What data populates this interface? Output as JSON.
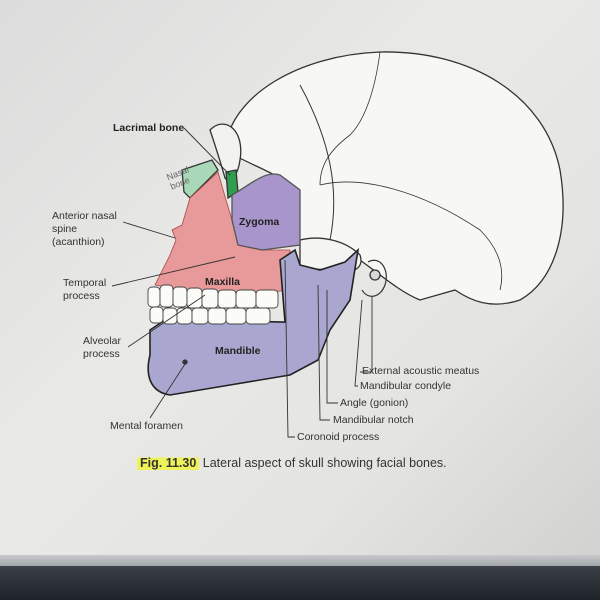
{
  "figure": {
    "number": "Fig. 11.30",
    "caption": "Lateral aspect of skull showing facial bones."
  },
  "labels": {
    "lacrimal_bone": "Lacrimal bone",
    "nasal_bone_1": "Nasal",
    "nasal_bone_2": "bone",
    "anterior_nasal_spine_1": "Anterior nasal",
    "anterior_nasal_spine_2": "spine",
    "anterior_nasal_spine_3": "(acanthion)",
    "zygoma": "Zygoma",
    "temporal_process_1": "Temporal",
    "temporal_process_2": "process",
    "maxilla": "Maxilla",
    "alveolar_process_1": "Alveolar",
    "alveolar_process_2": "process",
    "mandible": "Mandible",
    "mental_foramen": "Mental foramen",
    "external_acoustic_meatus": "External acoustic meatus",
    "mandibular_condyle": "Mandibular condyle",
    "angle": "Angle (gonion)",
    "mandibular_notch": "Mandibular notch",
    "coronoid_process": "Coronoid process"
  },
  "colors": {
    "nasal": "#a8d8b8",
    "lacrimal": "#2e9e4e",
    "maxilla": "#e89a9a",
    "zygoma": "#a895cc",
    "mandible": "#a9a7cf",
    "highlight": "#eef35a"
  }
}
